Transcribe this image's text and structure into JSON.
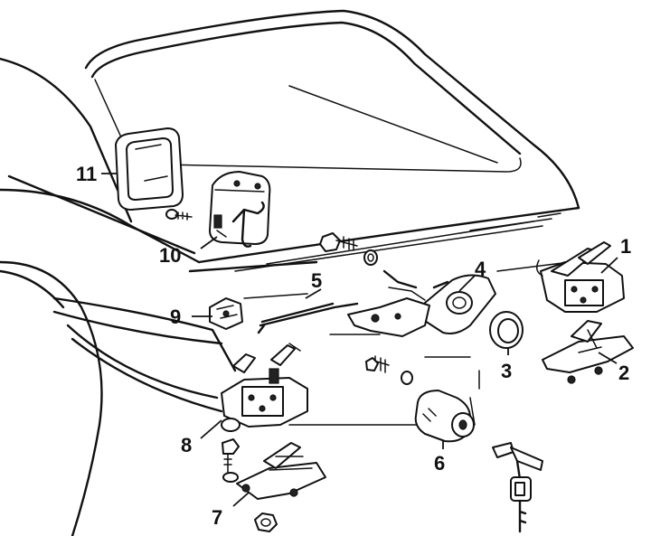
{
  "callouts": [
    {
      "id": "1",
      "label": "1"
    },
    {
      "id": "2",
      "label": "2"
    },
    {
      "id": "3",
      "label": "3"
    },
    {
      "id": "4",
      "label": "4"
    },
    {
      "id": "5",
      "label": "5"
    },
    {
      "id": "6",
      "label": "6"
    },
    {
      "id": "7",
      "label": "7"
    },
    {
      "id": "8",
      "label": "8"
    },
    {
      "id": "9",
      "label": "9"
    },
    {
      "id": "10",
      "label": "10"
    },
    {
      "id": "11",
      "label": "11"
    }
  ],
  "colors": {
    "ink": "#111111",
    "paper": "#ffffff"
  }
}
